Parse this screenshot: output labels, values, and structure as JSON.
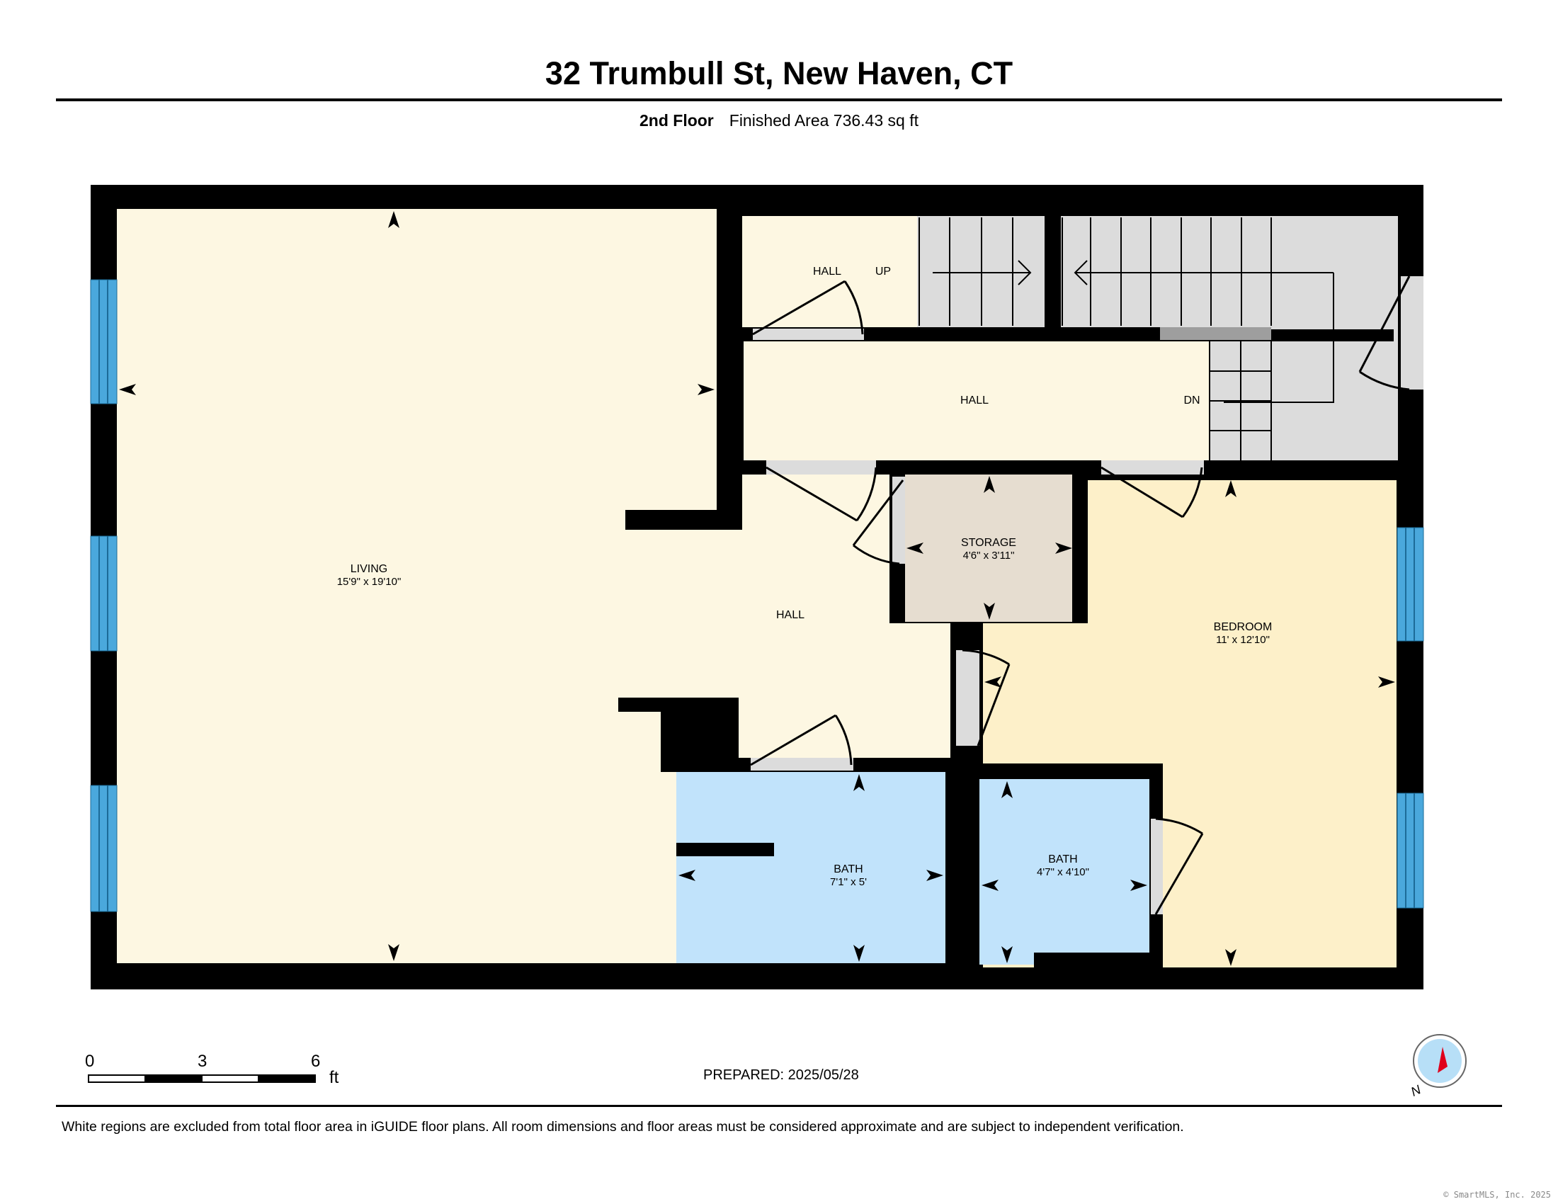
{
  "header": {
    "title": "32 Trumbull St, New Haven, CT",
    "floor": "2nd Floor",
    "finished_area": "Finished Area 736.43 sq ft"
  },
  "rooms": {
    "living": {
      "name": "LIVING",
      "dims": "15'9\" x 19'10\""
    },
    "hall_top": {
      "name": "HALL",
      "stair": "UP"
    },
    "hall_mid": {
      "name": "HALL",
      "stair": "DN"
    },
    "hall_center": {
      "name": "HALL"
    },
    "storage": {
      "name": "STORAGE",
      "dims": "4'6\" x 3'11\""
    },
    "bedroom": {
      "name": "BEDROOM",
      "dims": "11' x 12'10\""
    },
    "bath_left": {
      "name": "BATH",
      "dims": "7'1\" x 5'"
    },
    "bath_right": {
      "name": "BATH",
      "dims": "4'7\" x 4'10\""
    }
  },
  "scale_bar": {
    "ticks": [
      "0",
      "3",
      "6"
    ],
    "unit": "ft"
  },
  "prepared": "PREPARED: 2025/05/28",
  "compass": {
    "label": "N"
  },
  "footer": {
    "disclaimer": "White regions are excluded from total floor area in iGUIDE floor plans. All room dimensions and floor areas must be considered approximate and are subject to independent verification.",
    "copyright": "© SmartMLS, Inc. 2025"
  },
  "colors": {
    "hall_fill": "#fdf7e2",
    "bedroom_fill": "#fdf0c9",
    "storage_fill": "#e6ddd0",
    "bath_fill": "#c1e3fb",
    "stairs_fill": "#dcdcdc",
    "window_blue": "#4aa8dc",
    "wall": "#000000"
  }
}
